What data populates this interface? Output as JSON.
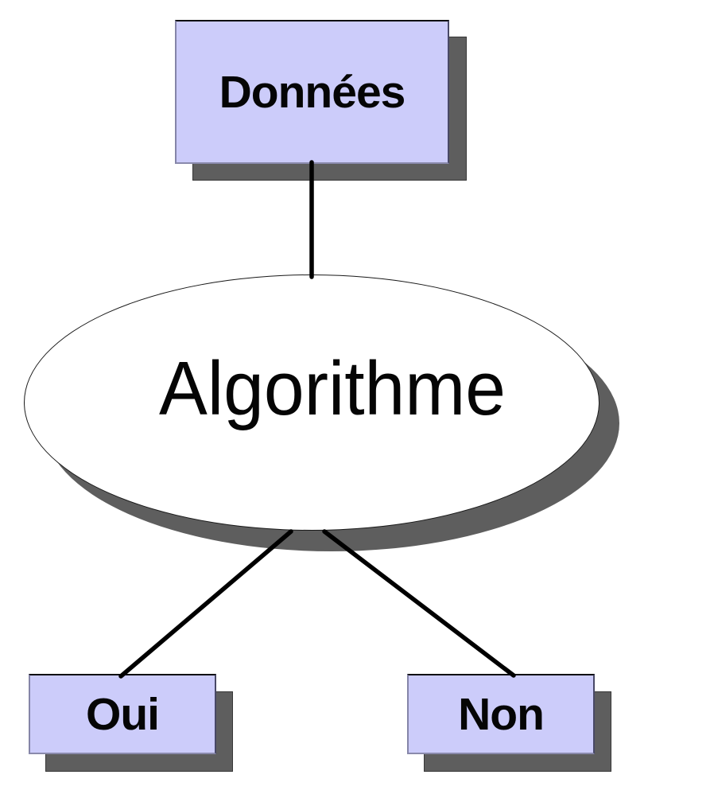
{
  "diagram": {
    "nodes": {
      "donnees": {
        "label": "Données",
        "shape": "rectangle"
      },
      "algorithme": {
        "label": "Algorithme",
        "shape": "ellipse"
      },
      "oui": {
        "label": "Oui",
        "shape": "rectangle"
      },
      "non": {
        "label": "Non",
        "shape": "rectangle"
      }
    },
    "edges": [
      {
        "from": "donnees",
        "to": "algorithme"
      },
      {
        "from": "algorithme",
        "to": "oui"
      },
      {
        "from": "algorithme",
        "to": "non"
      }
    ],
    "colors": {
      "box_fill": "#ccccfa",
      "shadow": "#5e5e5e",
      "ellipse_fill": "#ffffff",
      "line": "#000000",
      "text": "#050505",
      "canvas": "#ffffff"
    }
  }
}
